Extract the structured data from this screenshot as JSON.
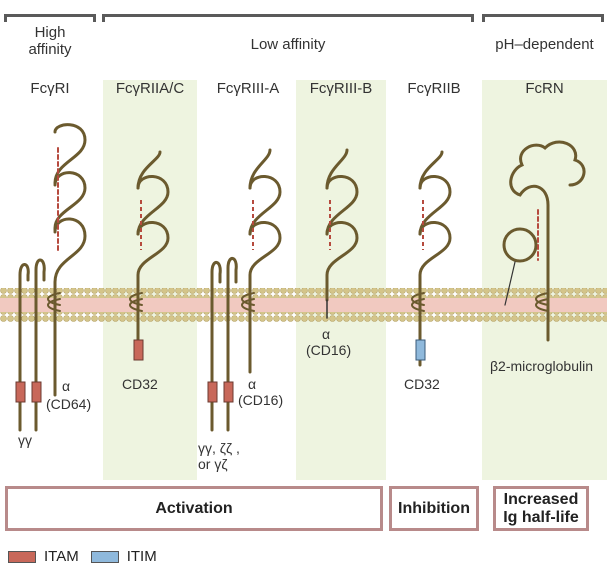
{
  "groups": {
    "high": "High\naffinity",
    "low": "Low affinity",
    "ph": "pH–dependent"
  },
  "receptors": {
    "r1": "FcγRI",
    "r2": "FcγRIIA/C",
    "r3": "FcγRIII-A",
    "r4": "FcγRIII-B",
    "r5": "FcγRIIB",
    "r6": "FcRN"
  },
  "labels": {
    "alpha": "α",
    "cd64": "(CD64)",
    "gg": "γγ",
    "cd32_a": "CD32",
    "cd16_a": "(CD16)",
    "chains_line1": "γγ, ζζ ,",
    "chains_line2": "or γζ",
    "cd16_b": "(CD16)",
    "cd32_b": "CD32",
    "b2m": "β2-microglobulin"
  },
  "outcomes": {
    "activation": "Activation",
    "inhibition": "Inhibition",
    "half_life": "Increased\nIg half-life"
  },
  "legend": {
    "itam": "ITAM",
    "itim": "ITIM"
  },
  "colors": {
    "itam": "#c8685a",
    "itim": "#8fb9dc",
    "band": "#eef4e0",
    "chain": "#e6d59e",
    "chain_stroke": "#6b5a2e"
  }
}
